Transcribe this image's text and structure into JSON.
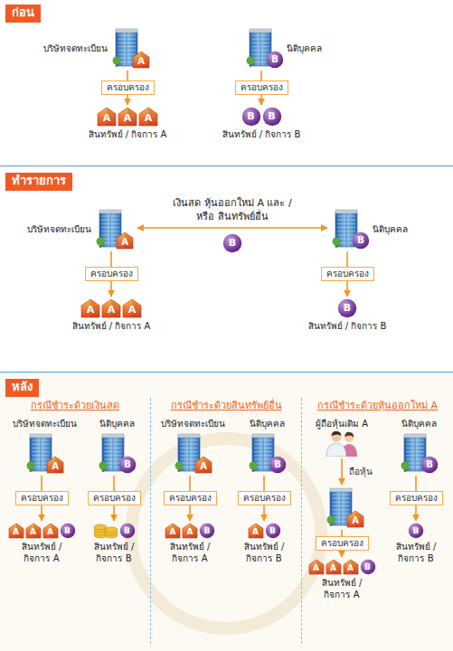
{
  "diagram": {
    "nodes": [
      {
        "text": [
          "ก่อน"
        ]
      },
      {
        "text": [
          "บริษัทจดทะเบียน",
          "A"
        ],
        "in": 0
      },
      {
        "text": [
          "นิติบุคคล",
          "B"
        ],
        "in": 0
      },
      {
        "text": [
          "A",
          "A",
          "A",
          "สินทรัพย์ / กิจการ A"
        ],
        "in": 0
      },
      {
        "text": [
          "B",
          "B",
          "สินทรัพย์ / กิจการ B"
        ],
        "in": 0
      },
      {
        "text": [
          "ทำรายการ"
        ]
      },
      {
        "text": [
          "บริษัทจดทะเบียน",
          "A"
        ],
        "in": 5
      },
      {
        "text": [
          "นิติบุคคล",
          "B"
        ],
        "in": 5
      },
      {
        "text": [
          "A",
          "A",
          "A",
          "สินทรัพย์ / กิจการ A"
        ],
        "in": 5
      },
      {
        "text": [
          "B",
          "สินทรัพย์ / กิจการ B"
        ],
        "in": 5
      },
      {
        "text": [
          "หลัง"
        ]
      },
      {
        "text": [
          "กรณีชำระด้วยเงินสด"
        ],
        "in": 10
      },
      {
        "text": [
          "บริษัทจดทะเบียน",
          "A"
        ],
        "in": 11
      },
      {
        "text": [
          "นิติบุคคล",
          "B"
        ],
        "in": 11
      },
      {
        "text": [
          "A",
          "A",
          "A",
          "B",
          "สินทรัพย์ / กิจการ A"
        ],
        "in": 11
      },
      {
        "text": [
          "B",
          "สินทรัพย์ / กิจการ B"
        ],
        "in": 11
      },
      {
        "text": [
          "กรณีชำระด้วยสินทรัพย์อื่น"
        ],
        "in": 10
      },
      {
        "text": [
          "บริษัทจดทะเบียน",
          "A"
        ],
        "in": 16
      },
      {
        "text": [
          "นิติบุคคล",
          "B"
        ],
        "in": 16
      },
      {
        "text": [
          "A",
          "A",
          "B",
          "สินทรัพย์ / กิจการ A"
        ],
        "in": 16
      },
      {
        "text": [
          "A",
          "B",
          "สินทรัพย์ / กิจการ B"
        ],
        "in": 16
      },
      {
        "text": [
          "กรณีชำระด้วยหุ้นออกใหม่ A"
        ],
        "in": 10
      },
      {
        "text": [
          "ผู้ถือหุ้นเดิม A"
        ],
        "in": 21
      },
      {
        "text": [
          "นิติบุคคล",
          "B"
        ],
        "in": 21
      },
      {
        "text": [
          "A"
        ],
        "in": 21
      },
      {
        "text": [
          "B",
          "สินทรัพย์ / กิจการ B"
        ],
        "in": 21
      },
      {
        "text": [
          "A",
          "A",
          "A",
          "B",
          "สินทรัพย์ / กิจการ A"
        ],
        "in": 21
      }
    ],
    "edges": [
      {
        "from": 1,
        "to": 3,
        "arrow": "to",
        "label": "ครอบครอง"
      },
      {
        "from": 2,
        "to": 4,
        "arrow": "to",
        "label": "ครอบครอง"
      },
      {
        "from": 6,
        "to": 7,
        "arrow": "both",
        "label": "เงินสด หุ้นออกใหม่ A และ / หรือ สินทรัพย์อื่น"
      },
      {
        "from": 6,
        "to": 8,
        "arrow": "to",
        "label": "ครอบครอง"
      },
      {
        "from": 7,
        "to": 9,
        "arrow": "to",
        "label": "ครอบครอง"
      },
      {
        "from": 12,
        "to": 14,
        "arrow": "to",
        "label": "ครอบครอง"
      },
      {
        "from": 13,
        "to": 15,
        "arrow": "to",
        "label": "ครอบครอง"
      },
      {
        "from": 17,
        "to": 19,
        "arrow": "to",
        "label": "ครอบครอง"
      },
      {
        "from": 18,
        "to": 20,
        "arrow": "to",
        "label": "ครอบครอง"
      },
      {
        "from": 22,
        "to": 24,
        "arrow": "to",
        "label": "ถือหุ้น"
      },
      {
        "from": 23,
        "to": 25,
        "arrow": "to",
        "label": "ครอบครอง"
      },
      {
        "from": 24,
        "to": 26,
        "arrow": "to",
        "label": "ครอบครอง"
      }
    ],
    "labels": [
      "B"
    ]
  }
}
